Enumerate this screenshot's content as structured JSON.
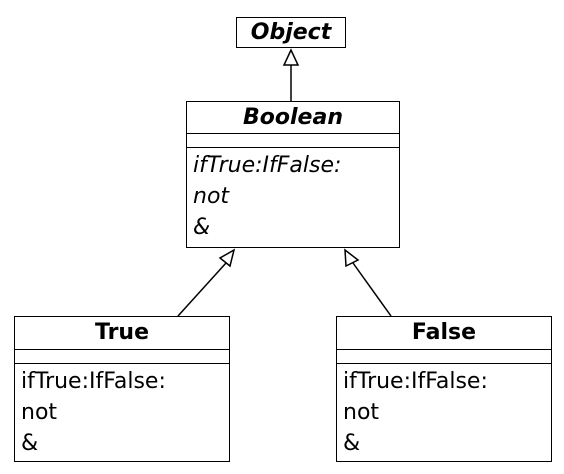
{
  "classes": {
    "object": {
      "name": "Object"
    },
    "boolean": {
      "name": "Boolean",
      "operations": [
        "ifTrue:IfFalse:",
        "not",
        "&"
      ]
    },
    "true": {
      "name": "True",
      "operations": [
        "ifTrue:IfFalse:",
        "not",
        "&"
      ]
    },
    "false": {
      "name": "False",
      "operations": [
        "ifTrue:IfFalse:",
        "not",
        "&"
      ]
    }
  },
  "relations": [
    {
      "type": "generalization",
      "from": "Boolean",
      "to": "Object"
    },
    {
      "type": "generalization",
      "from": "True",
      "to": "Boolean"
    },
    {
      "type": "generalization",
      "from": "False",
      "to": "Boolean"
    }
  ]
}
